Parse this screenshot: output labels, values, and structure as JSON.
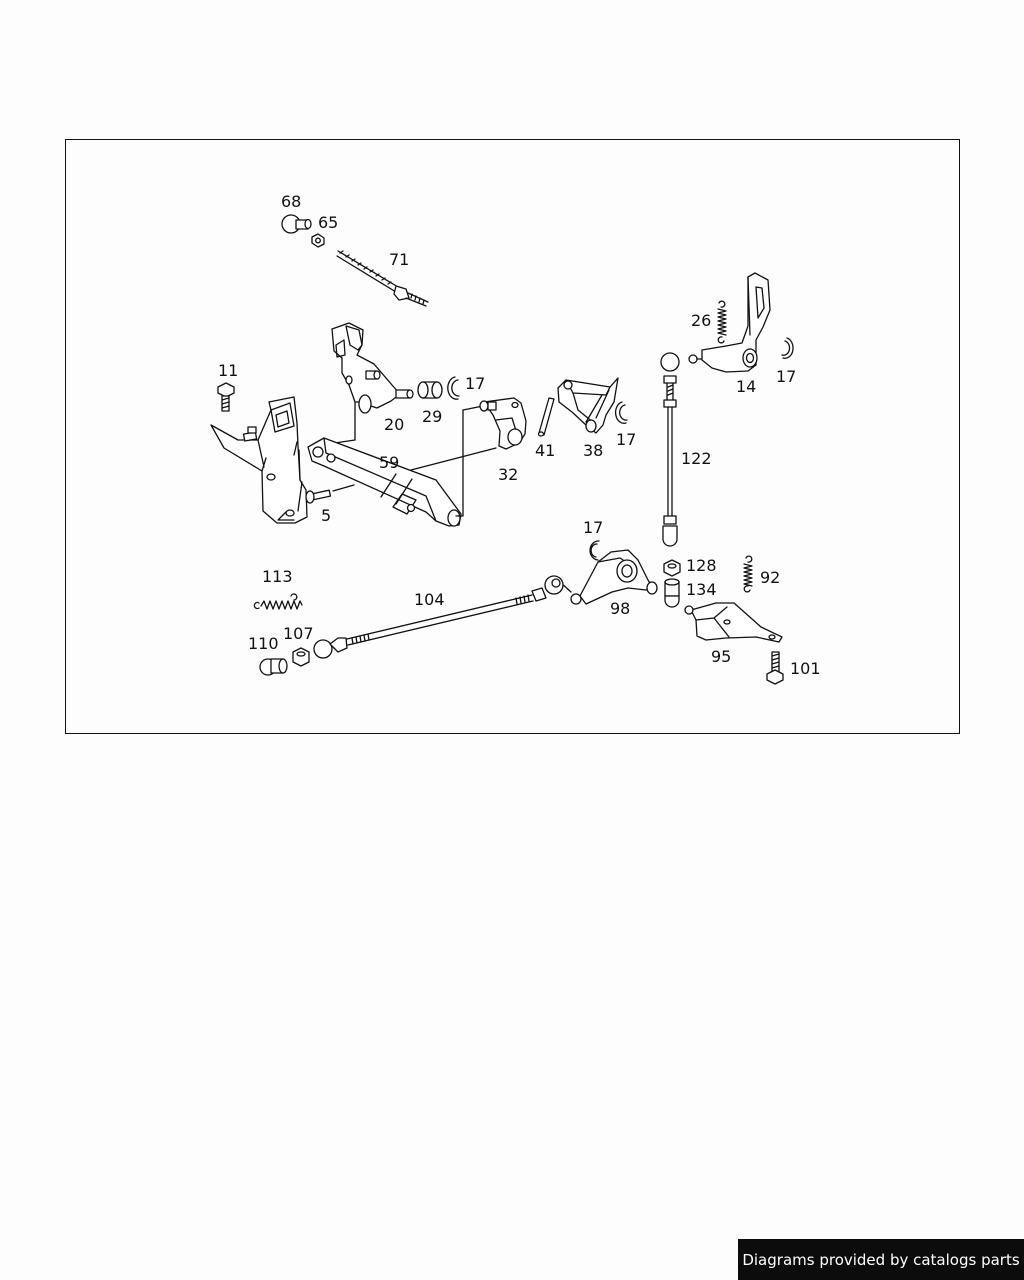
{
  "diagram": {
    "labels": {
      "p68": "68",
      "p65": "65",
      "p71": "71",
      "p11": "11",
      "p20": "20",
      "p29": "29",
      "p17a": "17",
      "p59": "59",
      "p32": "32",
      "p41": "41",
      "p38": "38",
      "p17b": "17",
      "p5": "5",
      "p26": "26",
      "p14": "14",
      "p17c": "17",
      "p122": "122",
      "p17d": "17",
      "p128": "128",
      "p134": "134",
      "p92": "92",
      "p113": "113",
      "p104": "104",
      "p98": "98",
      "p110": "110",
      "p107": "107",
      "p95": "95",
      "p101": "101"
    }
  },
  "footer": {
    "credit": "Diagrams provided by catalogs parts"
  }
}
